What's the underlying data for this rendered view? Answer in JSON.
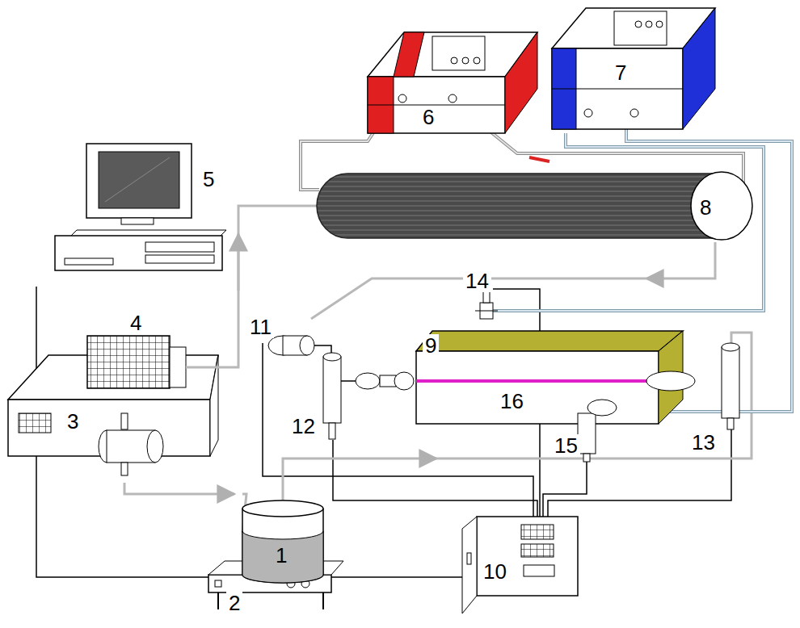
{
  "diagram": {
    "labels": [
      "5",
      "6",
      "7",
      "8",
      "14",
      "11",
      "9",
      "4",
      "3",
      "12",
      "16",
      "15",
      "13",
      "1",
      "10",
      "2"
    ]
  }
}
